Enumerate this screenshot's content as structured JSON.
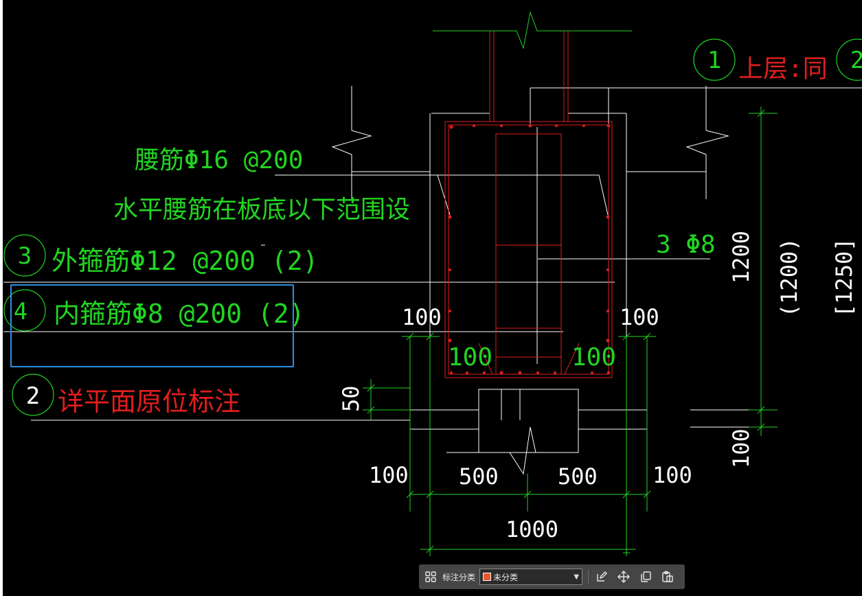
{
  "colors": {
    "green": "#22d422",
    "red": "#e01e1e",
    "white": "#ffffff",
    "selection": "#2e8fe3",
    "toolbar_bg": "#454545",
    "swatch": "#e8562a"
  },
  "annotations": {
    "waist_bar": "腰筋Φ16 @200",
    "horizontal_note": "水平腰筋在板底以下范围设",
    "circle_1": "1",
    "upper_layer": "上层:同",
    "circle_2_top": "2",
    "circle_3": "3",
    "outer_stirrup": "外箍筋Φ12 @200 (2)",
    "circle_4": "4",
    "inner_stirrup": "内箍筋Φ8 @200 (2)",
    "circle_2": "2",
    "detail_note": "详平面原位标注",
    "three_phi8": "3 Φ8"
  },
  "dimensions": {
    "d100_left_top": "100",
    "d100_right_top": "100",
    "d100_inner_left": "100",
    "d100_inner_right": "100",
    "d50": "50",
    "d100_bottom_left": "100",
    "d500_left": "500",
    "d500_right": "500",
    "d100_bottom_right": "100",
    "d1000": "1000",
    "d1200": "1200",
    "d1200_paren": "(1200)",
    "d1250_bracket": "[1250]",
    "d100_right_side": "100"
  },
  "toolbar": {
    "label": "标注分类",
    "selected": "未分类",
    "icons": [
      "grid-icon",
      "edit-icon",
      "move-icon",
      "copy-icon",
      "paste-icon"
    ]
  }
}
